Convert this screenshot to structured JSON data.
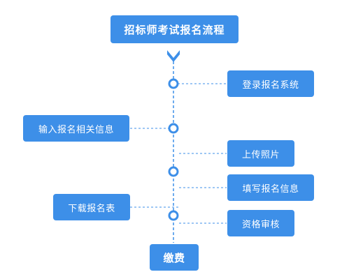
{
  "diagram": {
    "title": "招标师考试报名流程",
    "steps": [
      {
        "id": "login",
        "label": "登录报名系统"
      },
      {
        "id": "input",
        "label": "输入报名相关信息"
      },
      {
        "id": "photo",
        "label": "上传照片"
      },
      {
        "id": "fill",
        "label": "填写报名信息"
      },
      {
        "id": "download",
        "label": "下载报名表"
      },
      {
        "id": "review",
        "label": "资格审核"
      }
    ],
    "end_label": "缴费",
    "colors": {
      "box": "#3d8fe8",
      "line": "#3d8fe8",
      "node_fill": "#ffffff"
    }
  }
}
